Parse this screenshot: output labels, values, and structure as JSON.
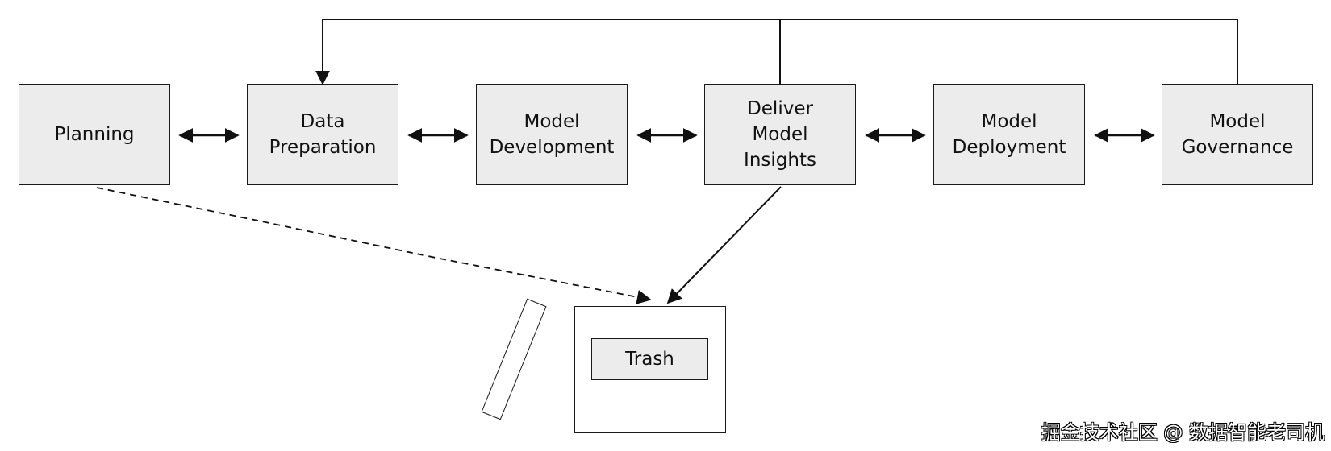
{
  "nodes": {
    "planning": "Planning",
    "data_preparation": "Data\nPreparation",
    "model_development": "Model\nDevelopment",
    "deliver_insights": "Deliver\nModel\nInsights",
    "model_deployment": "Model\nDeployment",
    "model_governance": "Model\nGovernance"
  },
  "trash": {
    "label": "Trash"
  },
  "watermark": "掘金技术社区 @ 数据智能老司机",
  "colors": {
    "box_fill": "#ececec",
    "stroke": "#1a1a1a",
    "background": "#ffffff"
  }
}
